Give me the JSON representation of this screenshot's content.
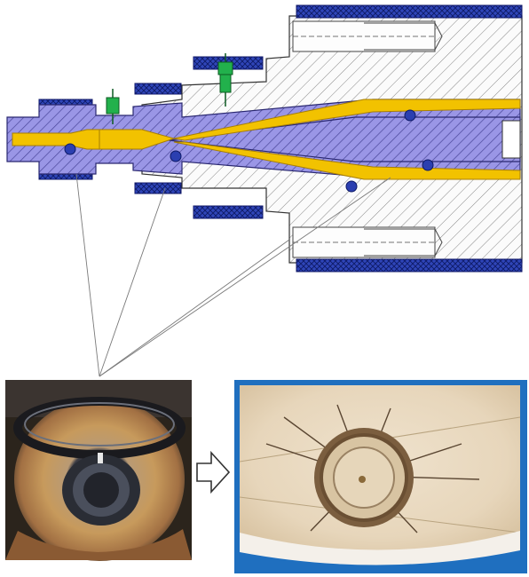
{
  "figure": {
    "description_hidden": "",
    "parts": {
      "cross_section": "nozzle-assembly-cross-section",
      "photo_before": "worn-part-photo",
      "photo_after": "failed-part-photo",
      "arrow": "transition-arrow-icon"
    }
  },
  "colors": {
    "metal_hatch": "#8a86e0",
    "hatch_lines": "#3b3a8c",
    "gold_flow": "#f2c200",
    "gold_edge": "#b58a00",
    "seal_blue": "#2b3fb0",
    "fitting_green": "#22b14c",
    "white_body": "#fdfdfd",
    "body_hatch": "#6d6d6d"
  }
}
